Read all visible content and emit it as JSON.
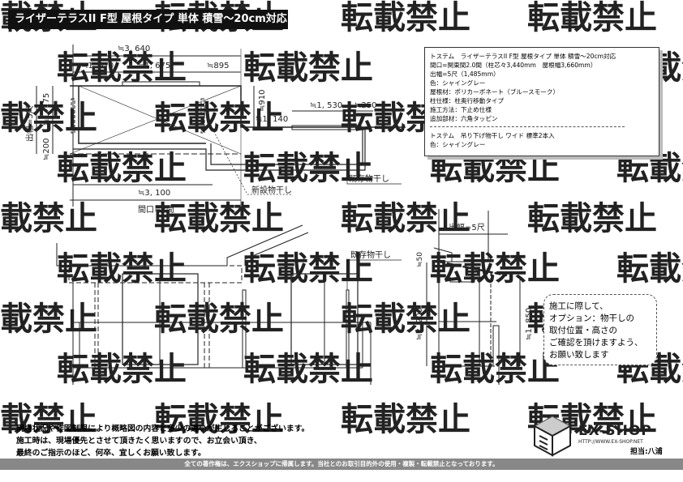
{
  "header": {
    "title": "ライザーテラスII F型 屋根タイプ 単体 積雪～20cm対応"
  },
  "watermark": "転載禁止",
  "plan": {
    "dim_total": "≒3, 640",
    "dim_left": "≒1, 070",
    "dim_mid": "≒1, 675",
    "dim_right": "≒895",
    "dim_depth_label": "出幅=5尺",
    "dim_1175": "≒1, 175",
    "dim_200": "≒200",
    "dim_910": "≒910",
    "dim_1140": "≒1, 140",
    "dim_1530": "≒1, 530",
    "dim_250": "≒250",
    "dim_3100": "≒3, 100",
    "frontage": "間口=2間",
    "new_dryer": "新設物干し",
    "existing_dryer": "既存物干し"
  },
  "elevation": {
    "existing_dryer": "既存物干し"
  },
  "side": {
    "depth": "出幅=5尺",
    "dim_50": "≒50",
    "dim_2200": "≒2, 200",
    "dim_1850": "≒1, 850"
  },
  "spec": {
    "lines": [
      "トステム　ライザーテラスII F型 屋根タイプ 単体 積雪～20cm対応",
      "間口=関東間2.0間（柱芯々3,440mm　屋根幅3,660mm）",
      "出幅=5尺（1,485mm）",
      "色：シャイングレー",
      "屋根材：ポリカーボネート（ブルースモーク）",
      "柱仕様：柱奥行移動タイプ",
      "施工方法：下止め仕様",
      "追加部材：六角タッピン"
    ],
    "lines2": [
      "トステム　吊り下げ物干し ワイド 標準2本入",
      "色：シャイングレー"
    ]
  },
  "note": {
    "lines": [
      "施工に際して、",
      "オプション：物干しの",
      "取付位置・高さの",
      "ご確認を頂けますよう、",
      "お願い致します"
    ]
  },
  "disclaimer": {
    "lines": [
      "現場状況や作図制限により概略図の内容と多少の違いが生じることがございます。",
      "施工時は、現場優先とさせて頂きたく思いますので、お立会い頂き、",
      "最終のご指示のほど、何卒、宜しくお願い致します。"
    ]
  },
  "logo": {
    "name": "EX-SHOP",
    "url": "HTTP://WWW.EX-SHOP.NET",
    "staff": "担当:八浦"
  },
  "footer": {
    "text": "全ての著作権は、エクスショップに帰属します。当社とのお取引目的外の使用・複製・転載禁止となっております。"
  }
}
